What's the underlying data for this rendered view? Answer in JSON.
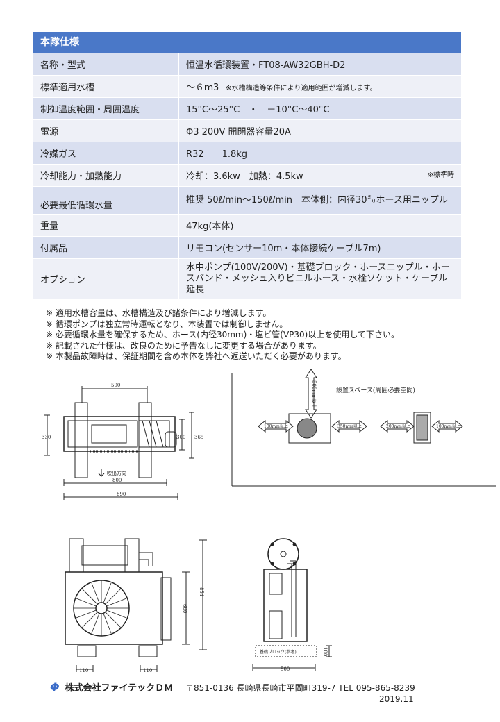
{
  "spec": {
    "title": "本隊仕様",
    "rows": [
      {
        "key": "名称・型式",
        "value": "恒温水循環装置・FT08-AW32GBH-D2"
      },
      {
        "key": "標準適用水槽",
        "value": "～６ｍ3",
        "note": "※水槽構造等条件により適用範囲が増減します。"
      },
      {
        "key": "制御温度範囲・周囲温度",
        "value": "15°C～25°C　・　－10°C～40°C"
      },
      {
        "key": "電源",
        "value": "Φ3 200V  開閉器容量20A"
      },
      {
        "key": "冷媒ガス",
        "value": "R32　　1.8kg"
      },
      {
        "key": "冷却能力・加熱能力",
        "value": "冷却：3.6kw　加熱：4.5kw",
        "note": "※標準時"
      },
      {
        "key": "必要最低循環水量",
        "value": "推奨 50ℓ/min～150ℓ/min　本体側：内径30㍉ホース用ニップル"
      },
      {
        "key": "重量",
        "value": "47kg(本体)"
      },
      {
        "key": "付属品",
        "value": "リモコン(センサー10m・本体接続ケーブル7m)"
      },
      {
        "key": "オプション",
        "value": "水中ポンプ(100V/200V)・基礎ブロック・ホースニップル・ホースバンド・メッシュ入りビニルホース・水栓ソケット・ケーブル延長"
      }
    ]
  },
  "notes": [
    "※ 適用水槽容量は、水槽構造及び諸条件により増減します。",
    "※ 循環ポンプは独立常時運転となり、本装置では制御しません。",
    "※ 必要循環水量を確保するため、ホース(内径30mm)・塩ビ管(VP30)以上を使用して下さい。",
    "※ 記載された仕様は、改良のために予告なしに変更する場合があります。",
    "※ 本製品故障時は、保証期間を含め本体を弊社へ返送いただく必要があります。"
  ],
  "drawings": {
    "top_view": {
      "dim_500": "500",
      "dim_330": "330",
      "dim_300": "300",
      "dim_365": "365",
      "dim_800": "800",
      "dim_890": "890",
      "blow_label": "吹出方向"
    },
    "space": {
      "title": "設置スペース(周囲必要空間)",
      "top": "500mm以上",
      "left": "100mm以上",
      "right": "350mm以上",
      "left2": "200mm以上",
      "right2": "100mm以上"
    },
    "front_view": {
      "dim_854": "854",
      "dim_600": "600",
      "dim_110_a": "110",
      "dim_110_b": "110"
    },
    "side_view": {
      "block_label": "基礎ブロック(参考)",
      "dim_100": "100",
      "dim_500": "500"
    }
  },
  "footer": {
    "logo": "Φ",
    "company": "株式会社ファイテックＤＭ",
    "address": "〒851-0136 長崎県長崎市平間町319-7 TEL 095-865-8239",
    "date": "2019.11"
  }
}
